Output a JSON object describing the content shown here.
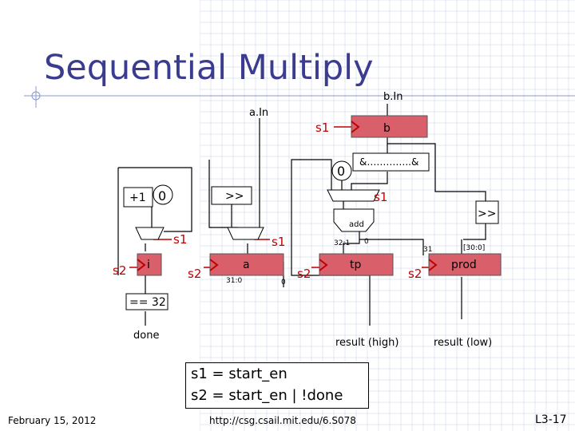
{
  "slide": {
    "title": "Sequential Multiply",
    "date": "February 15, 2012",
    "url": "http://csg.csail.mit.edu/6.S078",
    "page": "L3-17"
  },
  "diagram": {
    "inputs": {
      "a_in": "a.In",
      "b_in": "b.In"
    },
    "registers": {
      "b": "b",
      "i": "i",
      "a": "a",
      "tp": "tp",
      "prod": "prod"
    },
    "constants": {
      "zero_top": "0",
      "zero_left": "0"
    },
    "ops": {
      "and_gate": "&…………..&",
      "plus_one": "+1",
      "shift_mid": ">>",
      "shift_right": ">>",
      "add": "add",
      "eq32": "== 32"
    },
    "selects": {
      "s1_b": "s1",
      "s1_mux": "s1",
      "s1_i": "s1",
      "s1_a": "s1",
      "s2_i": "s2",
      "s2_a": "s2",
      "s2_tp": "s2",
      "s2_prod": "s2"
    },
    "bits": {
      "b32_1": "32:1",
      "b0": "0",
      "b31_0": "31:0",
      "b0_low": "0",
      "b31": "31",
      "b30_0": "[30:0]"
    },
    "outputs": {
      "done": "done",
      "result_high": "result (high)",
      "result_low": "result (low)"
    }
  },
  "equations": {
    "line1": "s1 = start_en",
    "line2": "s2 = start_en | !done"
  },
  "colors": {
    "title": "#3b3b8f",
    "register": "#d9606a",
    "select": "#c00000",
    "grid": "#b8c4e0"
  }
}
